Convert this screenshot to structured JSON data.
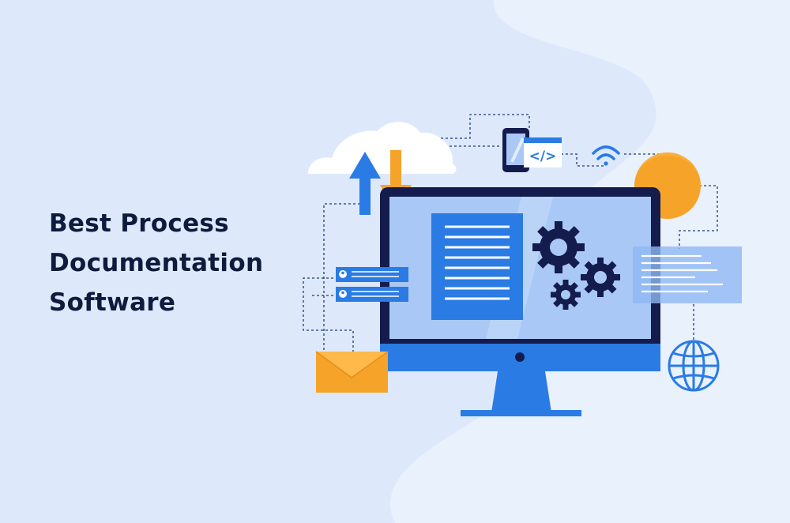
{
  "headline": {
    "line1": "Best Process",
    "line2": "Documentation",
    "line3": "Software"
  },
  "illustration": {
    "code_tag": "</>",
    "icons": [
      "cloud-icon",
      "upload-arrow-icon",
      "download-arrow-icon",
      "phone-icon",
      "code-window-icon",
      "wifi-icon",
      "sun-icon",
      "monitor-icon",
      "document-icon",
      "gear-icon",
      "user-card-icon",
      "envelope-icon",
      "globe-icon",
      "text-panel-icon"
    ]
  },
  "colors": {
    "background": "#dde9fb",
    "accent_blue": "#2a7be4",
    "screen_blue": "#a9c8f5",
    "navy": "#141b4d",
    "orange": "#f6a32a",
    "headline": "#0f1b3d"
  }
}
